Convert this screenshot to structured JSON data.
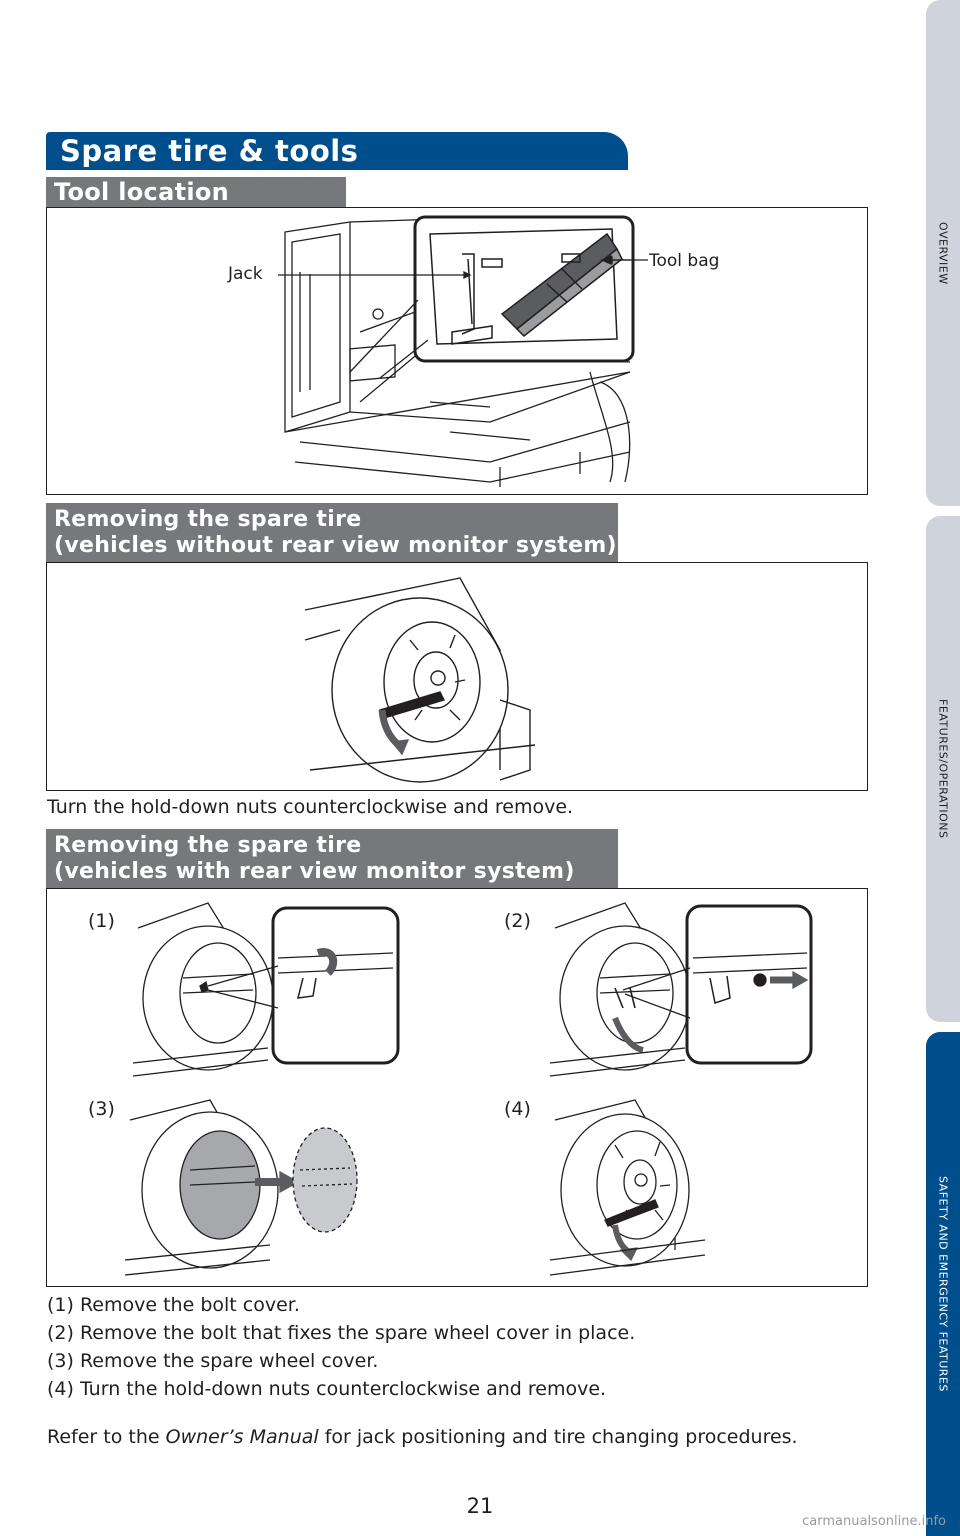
{
  "side_tabs": [
    {
      "label": "OVERVIEW",
      "active": false
    },
    {
      "label": "FEATURES/OPERATIONS",
      "active": false
    },
    {
      "label": "SAFETY AND EMERGENCY FEATURES",
      "active": true
    }
  ],
  "page_title": "Spare tire & tools",
  "tool_location": {
    "heading": "Tool location",
    "jack_label": "Jack",
    "toolbag_label": "Tool bag"
  },
  "without_monitor": {
    "heading_line1": "Removing the spare tire",
    "heading_line2": "(vehicles without rear view monitor system)",
    "caption": "Turn the hold-down nuts counterclockwise and remove."
  },
  "with_monitor": {
    "heading_line1": "Removing the spare tire",
    "heading_line2": "(vehicles with rear view monitor system)",
    "step_labels": [
      "(1)",
      "(2)",
      "(3)",
      "(4)"
    ],
    "steps": [
      "(1) Remove the bolt cover.",
      "(2) Remove the bolt that fixes the spare wheel cover in place.",
      "(3) Remove the spare wheel cover.",
      "(4) Turn the hold-down nuts counterclockwise and remove."
    ]
  },
  "note": {
    "prefix": "Refer to the ",
    "emphasis": "Owner’s Manual",
    "suffix": " for jack positioning and tire changing procedures."
  },
  "page_number": "21",
  "watermark": "carmanualsonline.info",
  "colors": {
    "brand_blue": "#004f8c",
    "header_gray": "#76787b",
    "tab_gray": "#cfd3dc"
  }
}
